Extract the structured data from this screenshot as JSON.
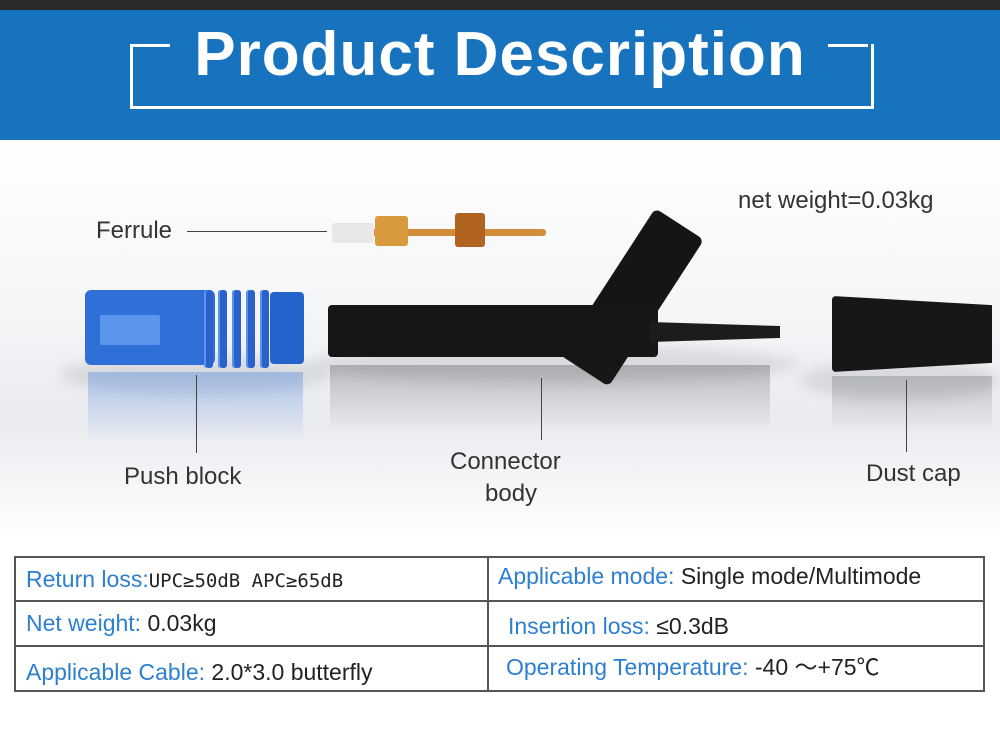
{
  "banner": {
    "title": "Product Description"
  },
  "labels": {
    "ferrule": "Ferrule",
    "net_weight": "net weight=0.03kg",
    "push_block": "Push block",
    "connector_body_1": "Connector",
    "connector_body_2": "body",
    "dust_cap": "Dust cap"
  },
  "specs": {
    "return_loss": {
      "key": "Return loss:",
      "value": "UPC≥50dB  APC≥65dB"
    },
    "applicable_mode": {
      "key": "Applicable mode:",
      "value": "Single mode/Multimode"
    },
    "net_weight": {
      "key": "Net weight:",
      "value": "0.03kg"
    },
    "insertion_loss": {
      "key": "Insertion loss:",
      "value": "≤0.3dB"
    },
    "applicable_cable": {
      "key": "Applicable Cable:",
      "value": "2.0*3.0 butterfly"
    },
    "operating_temperature": {
      "key": "Operating Temperature:",
      "value": "-40 ～+75℃"
    }
  },
  "colors": {
    "banner_blue": "#1773bd",
    "spec_key_blue": "#2d7fd0",
    "push_block_blue": "#2f6fd8",
    "connector_black": "#161616",
    "ferrule_gold": "#d28c3a"
  }
}
